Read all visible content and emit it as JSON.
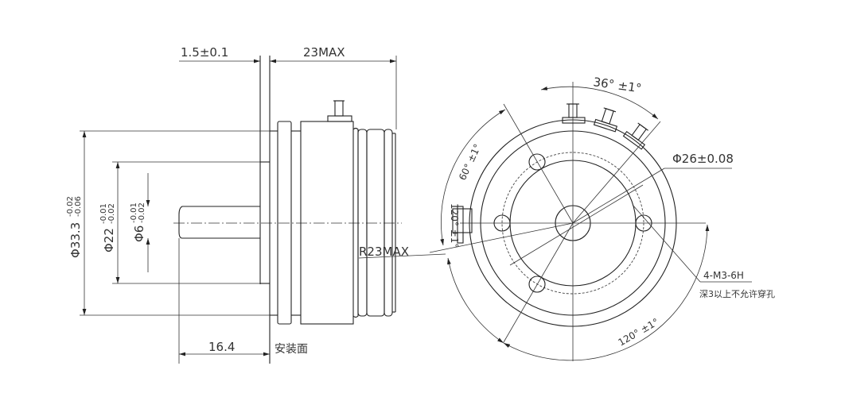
{
  "side_view": {
    "dim_flange_thickness": "1.5±0.1",
    "dim_length": "23MAX",
    "dim_shaft_length": "16.4",
    "mounting_face_label": "安装面",
    "dim_outer_diameter": "Φ33.3",
    "dim_outer_tol_upper": "-0.02",
    "dim_outer_tol_lower": "-0.06",
    "dim_pilot_diameter": "Φ22",
    "dim_pilot_tol_upper": "-0.01",
    "dim_pilot_tol_lower": "-0.02",
    "dim_shaft_diameter": "Φ6",
    "dim_shaft_tol_upper": "-0.01",
    "dim_shaft_tol_lower": "-0.02",
    "dim_radius": "R23MAX"
  },
  "front_view": {
    "dim_terminal_angle": "36° ±1°",
    "dim_angle_60": "60° ±1°",
    "dim_angle_120_left": "120° ±1°",
    "dim_angle_120_bottom": "120° ±1°",
    "dim_bolt_circle": "Φ26±0.08",
    "hole_spec": "4-M3-6H",
    "hole_note": "深3以上不允许穿孔"
  }
}
